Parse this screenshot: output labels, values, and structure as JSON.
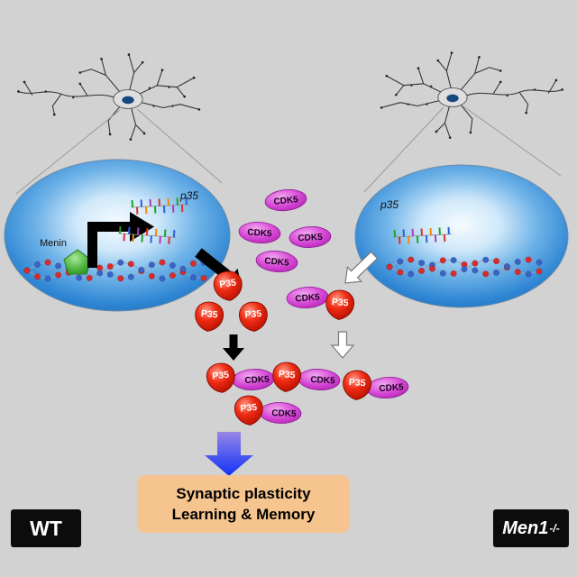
{
  "palette": {
    "background": "#d2d2d2",
    "nucleus_blue": "#2f86d3",
    "cdk5_magenta": "#c93fc9",
    "p35_red": "#e02212",
    "menin_green": "#4fb43f",
    "dna_red": "#d92b2b",
    "dna_blue": "#3a63c8",
    "outcome_box": "#f6c48e",
    "arrow_blue": "#2a3df2",
    "condition_box": "#0c0c0c"
  },
  "labels": {
    "menin": "Menin",
    "p35_gene": "p35",
    "cdk5": "CDK5",
    "p35": "P35"
  },
  "outcome": {
    "line1": "Synaptic plasticity",
    "line2": "Learning & Memory"
  },
  "conditions": {
    "left": "WT",
    "right_base": "Men1",
    "right_sup": "-/-"
  }
}
